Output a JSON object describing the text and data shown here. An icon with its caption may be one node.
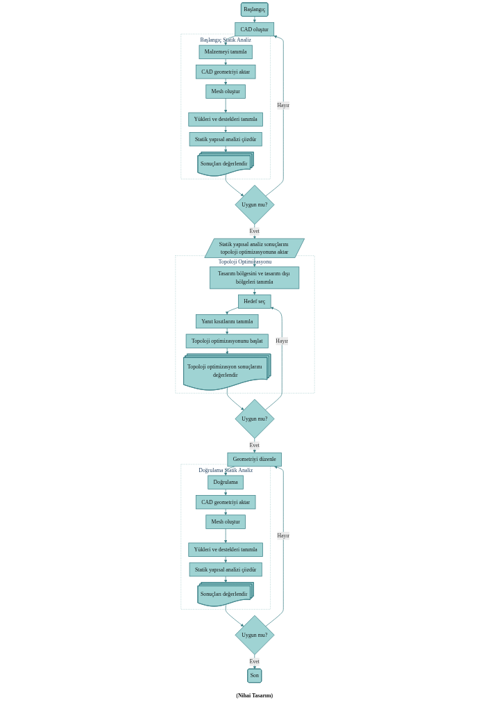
{
  "diagram": {
    "nodes": [
      {
        "text": [
          "Başlangıç"
        ]
      },
      {
        "text": [
          "CAD oluştur"
        ]
      },
      {
        "text": [
          "Başlangıç Statik Analiz"
        ]
      },
      {
        "text": [
          "Malzemeyi tanımla"
        ],
        "in": 2
      },
      {
        "text": [
          "CAD geometriyi aktar"
        ],
        "in": 2
      },
      {
        "text": [
          "Mesh oluştur"
        ],
        "in": 2
      },
      {
        "text": [
          "Yükleri ve destekleri tanımla"
        ],
        "in": 2
      },
      {
        "text": [
          "Statik yapısal analizi çözdür"
        ],
        "in": 2
      },
      {
        "text": [
          "Sonuçları değerlendir"
        ],
        "in": 2
      },
      {
        "text": [
          "Uygun mu?"
        ]
      },
      {
        "text": [
          "Statik yapısal analiz sonuçlarını topoloji optimizasyonuna aktar"
        ]
      },
      {
        "text": [
          "Topoloji Optimizasyonu"
        ]
      },
      {
        "text": [
          "Tasarım bölgesini ve tasarım dışı bölgeleri tanımla"
        ],
        "in": 11
      },
      {
        "text": [
          "Hedef seç"
        ],
        "in": 11
      },
      {
        "text": [
          "Yanıt kısıtlarını tanımla"
        ],
        "in": 11
      },
      {
        "text": [
          "Topoloji optimizasyonunu başlat"
        ],
        "in": 11
      },
      {
        "text": [
          "Topoloji optimizasyon sonuçlarını değerlendir"
        ],
        "in": 11
      },
      {
        "text": [
          "Uygun mu?"
        ]
      },
      {
        "text": [
          "Geometriyi düzenle"
        ]
      },
      {
        "text": [
          "Doğrulama Statik Analiz"
        ]
      },
      {
        "text": [
          "Doğrulama"
        ],
        "in": 19
      },
      {
        "text": [
          "CAD geometriyi aktar"
        ],
        "in": 19
      },
      {
        "text": [
          "Mesh oluştur"
        ],
        "in": 19
      },
      {
        "text": [
          "Yükleri ve destekleri tanımla"
        ],
        "in": 19
      },
      {
        "text": [
          "Statik yapısal analizi çözdür"
        ],
        "in": 19
      },
      {
        "text": [
          "Sonuçları değerlendir"
        ],
        "in": 19
      },
      {
        "text": [
          "Uygun mu?"
        ]
      },
      {
        "text": [
          "Son"
        ],
        "beside": [
          "(Nihai Tasarım)"
        ]
      }
    ],
    "edges": [
      {
        "from": 0,
        "to": 1,
        "arrow": "to"
      },
      {
        "from": 1,
        "to": 3,
        "arrow": "to"
      },
      {
        "from": 3,
        "to": 4,
        "arrow": "to"
      },
      {
        "from": 4,
        "to": 5,
        "arrow": "to"
      },
      {
        "from": 5,
        "to": 6,
        "arrow": "to"
      },
      {
        "from": 6,
        "to": 7,
        "arrow": "to"
      },
      {
        "from": 7,
        "to": 8,
        "arrow": "to"
      },
      {
        "from": 8,
        "to": 9,
        "arrow": "to"
      },
      {
        "from": 9,
        "to": 1,
        "arrow": "to",
        "label": "Hayır"
      },
      {
        "from": 9,
        "to": 10,
        "arrow": "to",
        "label": "Evet"
      },
      {
        "from": 10,
        "to": 12,
        "arrow": "to"
      },
      {
        "from": 12,
        "to": 13,
        "arrow": "to"
      },
      {
        "from": 13,
        "to": 14,
        "arrow": "to"
      },
      {
        "from": 14,
        "to": 15,
        "arrow": "to"
      },
      {
        "from": 15,
        "to": 16,
        "arrow": "to"
      },
      {
        "from": 16,
        "to": 17,
        "arrow": "to"
      },
      {
        "from": 17,
        "to": 13,
        "arrow": "to",
        "label": "Hayır"
      },
      {
        "from": 17,
        "to": 18,
        "arrow": "to",
        "label": "Evet"
      },
      {
        "from": 18,
        "to": 20,
        "arrow": "to"
      },
      {
        "from": 20,
        "to": 21,
        "arrow": "to"
      },
      {
        "from": 21,
        "to": 22,
        "arrow": "to"
      },
      {
        "from": 22,
        "to": 23,
        "arrow": "to"
      },
      {
        "from": 23,
        "to": 24,
        "arrow": "to"
      },
      {
        "from": 24,
        "to": 25,
        "arrow": "to"
      },
      {
        "from": 25,
        "to": 26,
        "arrow": "to"
      },
      {
        "from": 26,
        "to": 18,
        "arrow": "to",
        "label": "Hayır"
      },
      {
        "from": 26,
        "to": 27,
        "arrow": "to",
        "label": "Evet"
      }
    ]
  }
}
